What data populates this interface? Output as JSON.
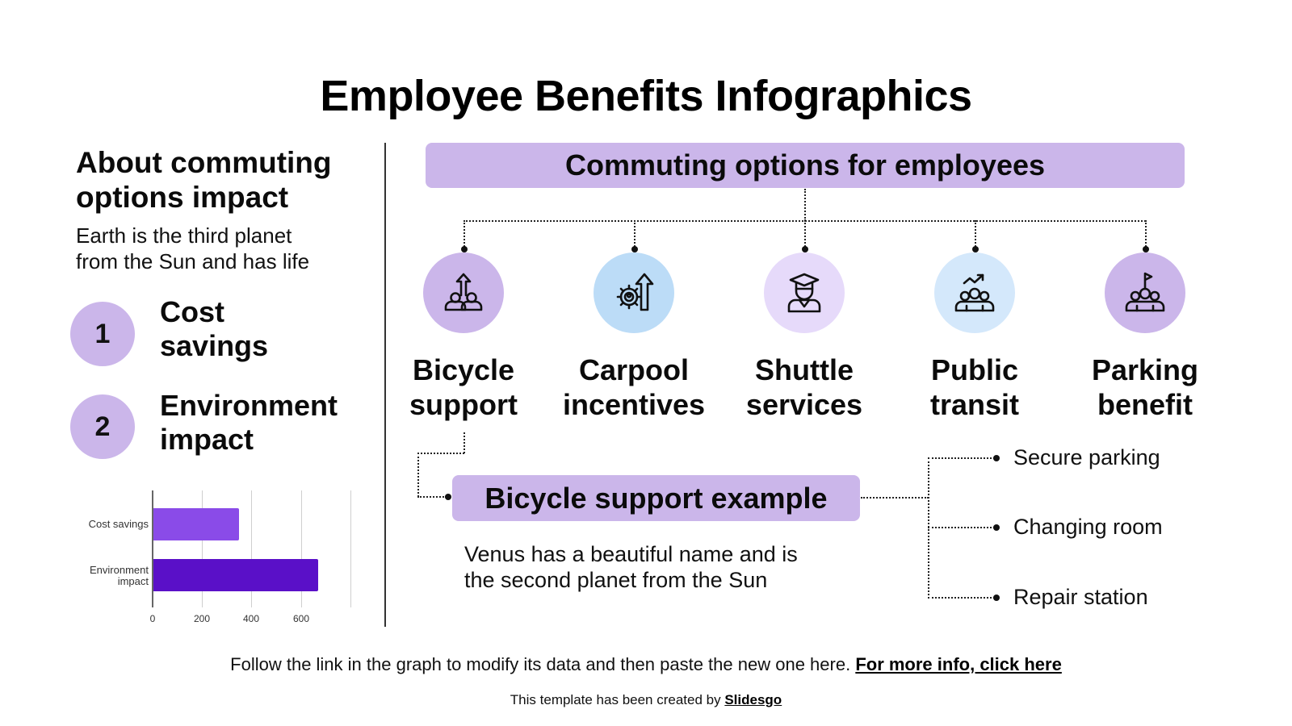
{
  "slide": {
    "title": "Employee Benefits Infographics"
  },
  "left": {
    "about_title_line1": "About commuting",
    "about_title_line2": "options impact",
    "about_desc_line1": "Earth is the third planet",
    "about_desc_line2": "from the Sun and has life",
    "items": [
      {
        "number": "1",
        "label_line1": "Cost",
        "label_line2": "savings"
      },
      {
        "number": "2",
        "label_line1": "Environment",
        "label_line2": "impact"
      }
    ]
  },
  "chart_data": {
    "type": "bar",
    "orientation": "horizontal",
    "categories": [
      "Cost savings",
      "Environment impact"
    ],
    "values": [
      350,
      670
    ],
    "colors": [
      "#8a4be8",
      "#5a10c8"
    ],
    "title": "",
    "xlabel": "",
    "ylabel": "",
    "xlim": [
      0,
      800
    ],
    "x_ticks": [
      "0",
      "200",
      "400",
      "600"
    ],
    "grid": true,
    "legend": "none"
  },
  "main": {
    "header": "Commuting options for employees",
    "options": [
      {
        "line1": "Bicycle",
        "line2": "support",
        "icon": "team-growth-icon",
        "color": "#cbb6ea"
      },
      {
        "line1": "Carpool",
        "line2": "incentives",
        "icon": "gear-growth-icon",
        "color": "#bcdcf7"
      },
      {
        "line1": "Shuttle",
        "line2": "services",
        "icon": "graduate-icon",
        "color": "#e6dafa"
      },
      {
        "line1": "Public",
        "line2": "transit",
        "icon": "group-trend-icon",
        "color": "#d4e8fb"
      },
      {
        "line1": "Parking",
        "line2": "benefit",
        "icon": "group-flag-icon",
        "color": "#cbb6ea"
      }
    ],
    "example_title": "Bicycle support example",
    "example_desc_line1": "Venus has a beautiful name and is",
    "example_desc_line2": "the second planet from the Sun",
    "features": [
      "Secure parking",
      "Changing room",
      "Repair station"
    ]
  },
  "footer": {
    "note": "Follow the link in the graph to modify its data and then paste the new one here. ",
    "note_link": "For more info, click here",
    "credit": "This template has been created by ",
    "credit_link": "Slidesgo"
  },
  "colors": {
    "accent_purple": "#cbb6ea",
    "accent_blue": "#bcdcf7",
    "bar_light": "#8a4be8",
    "bar_dark": "#5a10c8"
  }
}
